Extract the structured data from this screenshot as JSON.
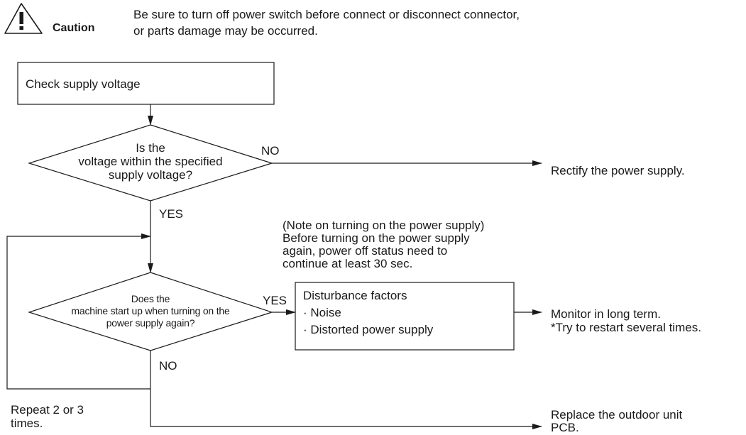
{
  "caution": {
    "icon": "warning-triangle-icon",
    "label": "Caution",
    "message_line1": "Be sure to turn off power switch before connect or disconnect connector,",
    "message_line2": "or parts damage may be occurred."
  },
  "flow": {
    "check_supply": "Check supply voltage",
    "decision_voltage": {
      "line1": "Is the",
      "line2": "voltage within the specified",
      "line3": "supply voltage?"
    },
    "voltage_no_label": "NO",
    "voltage_yes_label": "YES",
    "rectify": "Rectify the power supply.",
    "note": {
      "line1": "(Note on turning on the power supply)",
      "line2": "Before turning on the power supply",
      "line3": "again, power off status need to",
      "line4": "continue at least 30 sec."
    },
    "decision_restart": {
      "line1": "Does the",
      "line2": "machine start up when turning on the",
      "line3": "power supply again?"
    },
    "restart_yes_label": "YES",
    "restart_no_label": "NO",
    "disturbance": {
      "title": "Disturbance factors",
      "item1": "· Noise",
      "item2": "· Distorted power supply"
    },
    "monitor": {
      "line1": "Monitor in long term.",
      "line2": "*Try to restart several times."
    },
    "repeat": {
      "line1": "Repeat 2 or 3",
      "line2": "times."
    },
    "replace": {
      "line1": "Replace the outdoor unit",
      "line2": "PCB."
    }
  }
}
